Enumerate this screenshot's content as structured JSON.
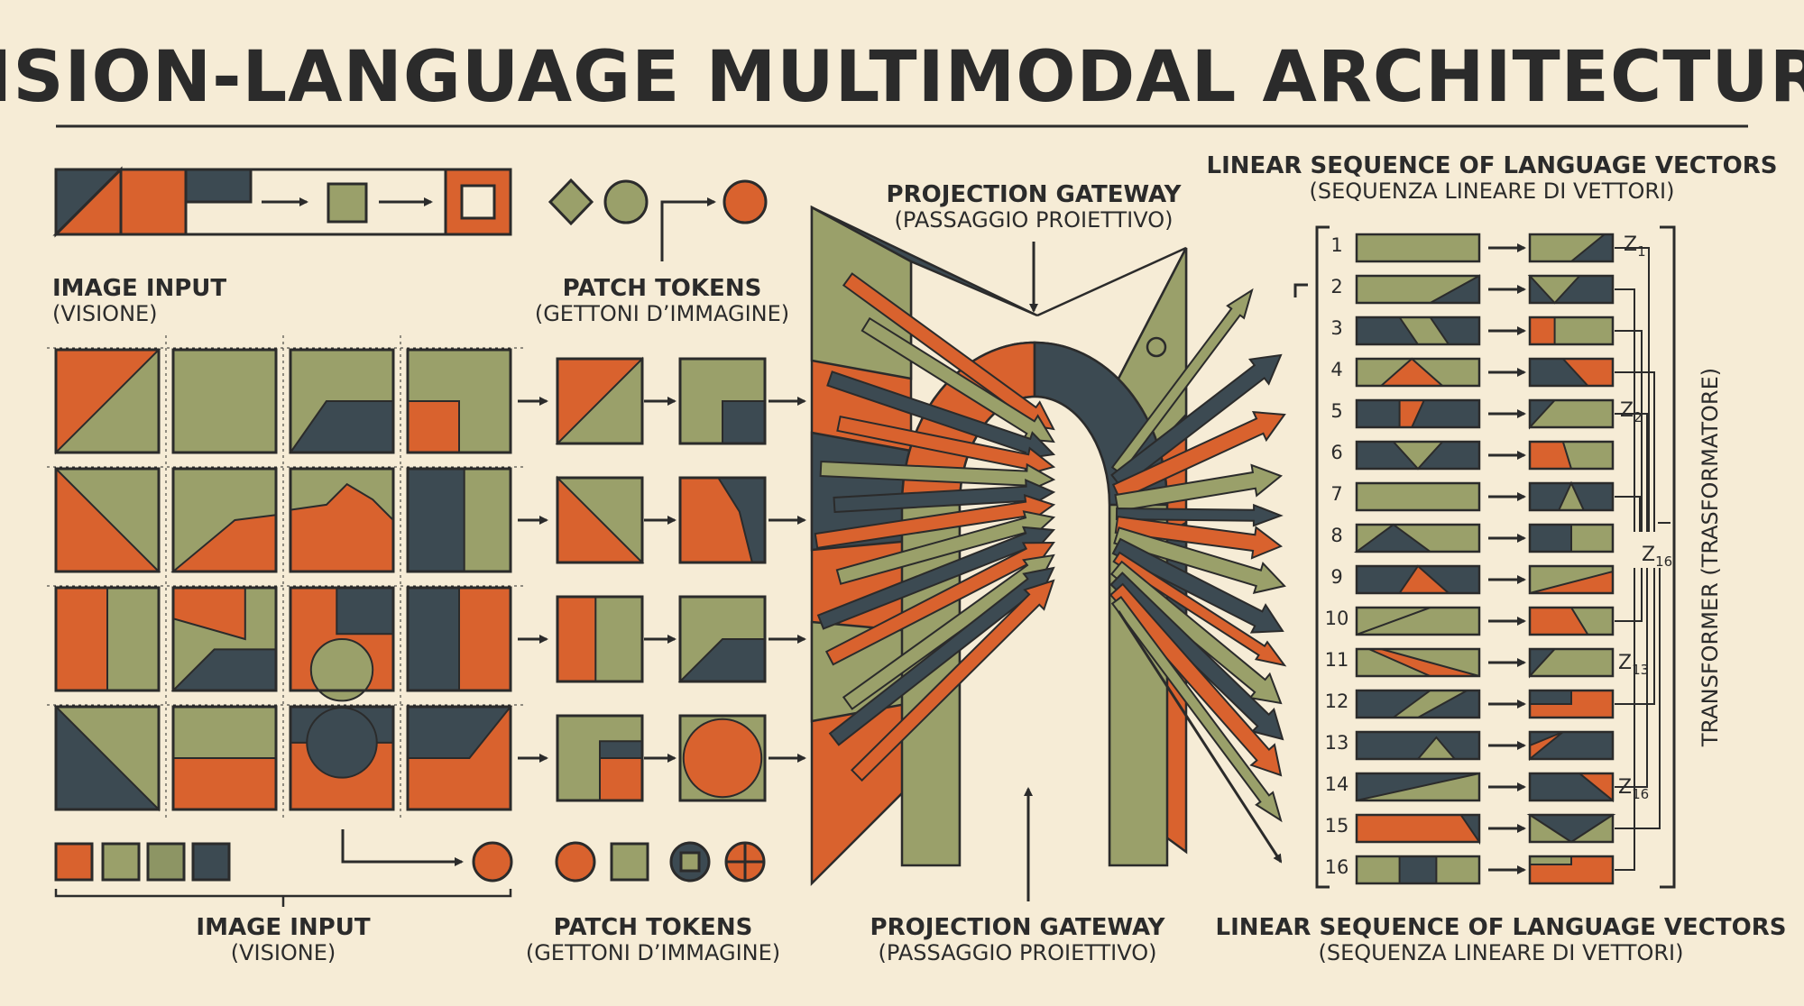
{
  "title": "VISION-LANGUAGE MULTIMODAL ARCHITECTURE",
  "colors": {
    "background": "#f6ecd6",
    "orange": "#d9622e",
    "olive": "#9aa06a",
    "navy": "#3c4a52",
    "ink": "#2b2b2b"
  },
  "labels": {
    "image_input_top": {
      "title": "IMAGE INPUT",
      "sub": "(VISIONE)"
    },
    "patch_tokens_top": {
      "title": "PATCH TOKENS",
      "sub": "(GETTONI D’IMMAGINE)"
    },
    "projection_top": {
      "title": "PROJECTION GATEWAY",
      "sub": "(PASSAGGIO PROIETTIVO)"
    },
    "sequence_top": {
      "title": "LINEAR SEQUENCE OF LANGUAGE VECTORS",
      "sub": "(SEQUENZA LINEARE DI VETTORI)"
    },
    "image_input_bottom": {
      "title": "IMAGE INPUT",
      "sub": "(VISIONE)"
    },
    "patch_tokens_bottom": {
      "title": "PATCH TOKENS",
      "sub": "(GETTONI D’IMMAGINE)"
    },
    "projection_bottom": {
      "title": "PROJECTION GATEWAY",
      "sub": "(PASSAGGIO PROIETTIVO)"
    },
    "sequence_bottom": {
      "title": "LINEAR SEQUENCE OF LANGUAGE VECTORS",
      "sub": "(SEQUENZA LINEARE DI VETTORI)"
    },
    "transformer": "TRANSFORMER (TRASFORMATORE)"
  },
  "sequence": {
    "indices": [
      "1",
      "2",
      "3",
      "4",
      "5",
      "6",
      "7",
      "8",
      "9",
      "10",
      "11",
      "12",
      "13",
      "14",
      "15",
      "16"
    ],
    "z_labels": [
      {
        "base": "Z",
        "sub": "1"
      },
      {
        "base": "Z",
        "sub": "2"
      },
      {
        "base": "Z",
        "sub": "16"
      },
      {
        "base": "Z",
        "sub": "13"
      },
      {
        "base": "Z",
        "sub": "16"
      }
    ]
  }
}
